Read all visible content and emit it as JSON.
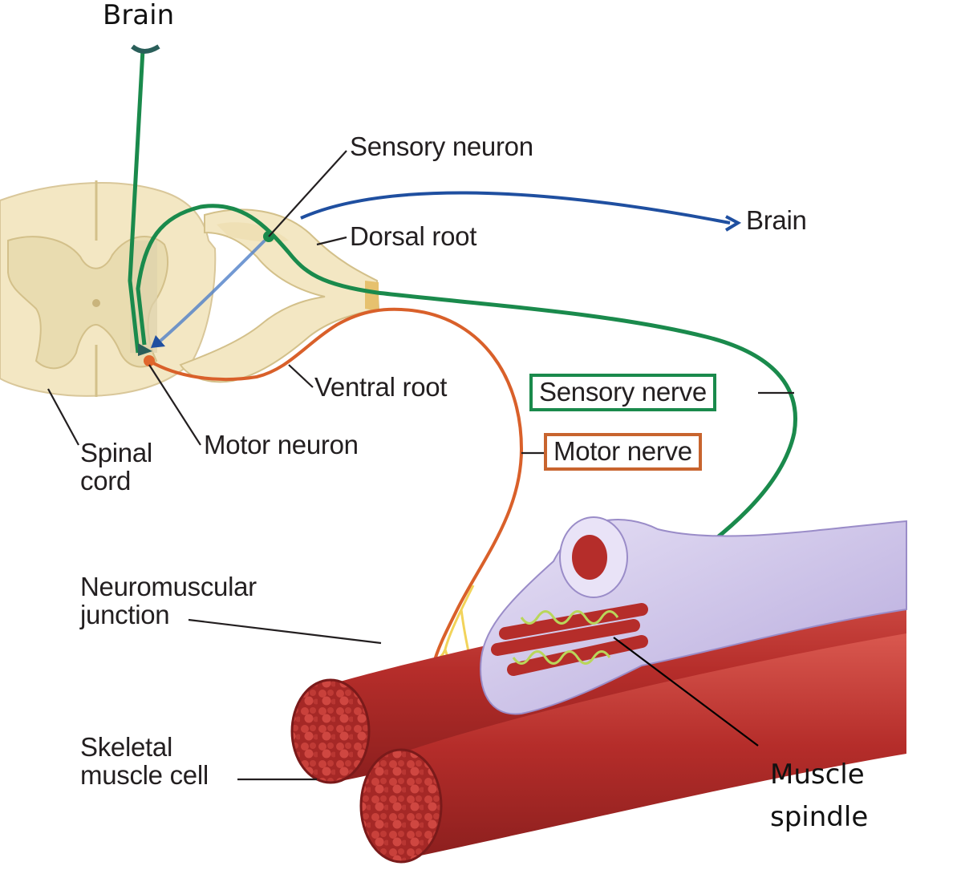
{
  "labels": {
    "brain_top": "Brain",
    "brain_right": "Brain",
    "sensory_neuron": "Sensory neuron",
    "dorsal_root": "Dorsal root",
    "ventral_root": "Ventral root",
    "sensory_nerve": "Sensory nerve",
    "motor_nerve": "Motor nerve",
    "spinal_cord": "Spinal\ncord",
    "motor_neuron": "Motor neuron",
    "neuromuscular_junction": "Neuromuscular\njunction",
    "skeletal_muscle_cell": "Skeletal\nmuscle cell",
    "muscle_spindle": "Muscle\nspindle"
  },
  "colors": {
    "sensory_pathway": "#1a8a4c",
    "motor_pathway": "#d9602a",
    "ascending_to_brain": "#1f4fa0",
    "spinal_cord_tissue": "#f3e7c3",
    "muscle": "#b8302c",
    "spindle_sheath": "#c7bde6",
    "nerve_terminals": "#f2d35a"
  }
}
